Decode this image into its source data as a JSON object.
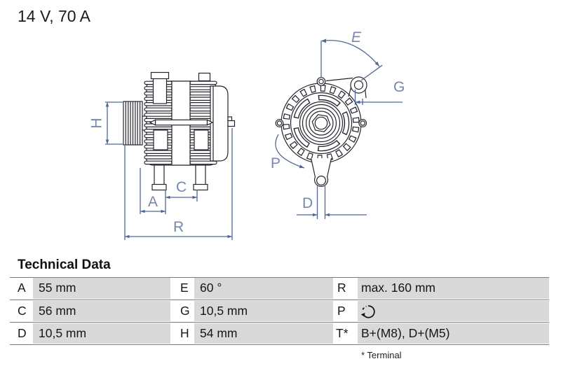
{
  "title": "14 V, 70 A",
  "diagram": {
    "labels": {
      "H": "H",
      "A": "A",
      "C": "C",
      "R": "R",
      "E": "E",
      "G": "G",
      "P": "P",
      "D": "D"
    },
    "line_color": "#25252f",
    "dim_color": "#4d66a4"
  },
  "table": {
    "heading": "Technical Data",
    "rows": [
      [
        {
          "label": "A",
          "value": "55 mm"
        },
        {
          "label": "E",
          "value": "60 °"
        },
        {
          "label": "R",
          "value": "max. 160 mm"
        }
      ],
      [
        {
          "label": "C",
          "value": "56 mm"
        },
        {
          "label": "G",
          "value": "10,5 mm"
        },
        {
          "label": "P",
          "value": "",
          "icon": "rotation-direction-icon"
        }
      ],
      [
        {
          "label": "D",
          "value": "10,5 mm"
        },
        {
          "label": "H",
          "value": "54 mm"
        },
        {
          "label": "T*",
          "value": "B+(M8), D+(M5)"
        }
      ]
    ],
    "footnote": "* Terminal"
  }
}
